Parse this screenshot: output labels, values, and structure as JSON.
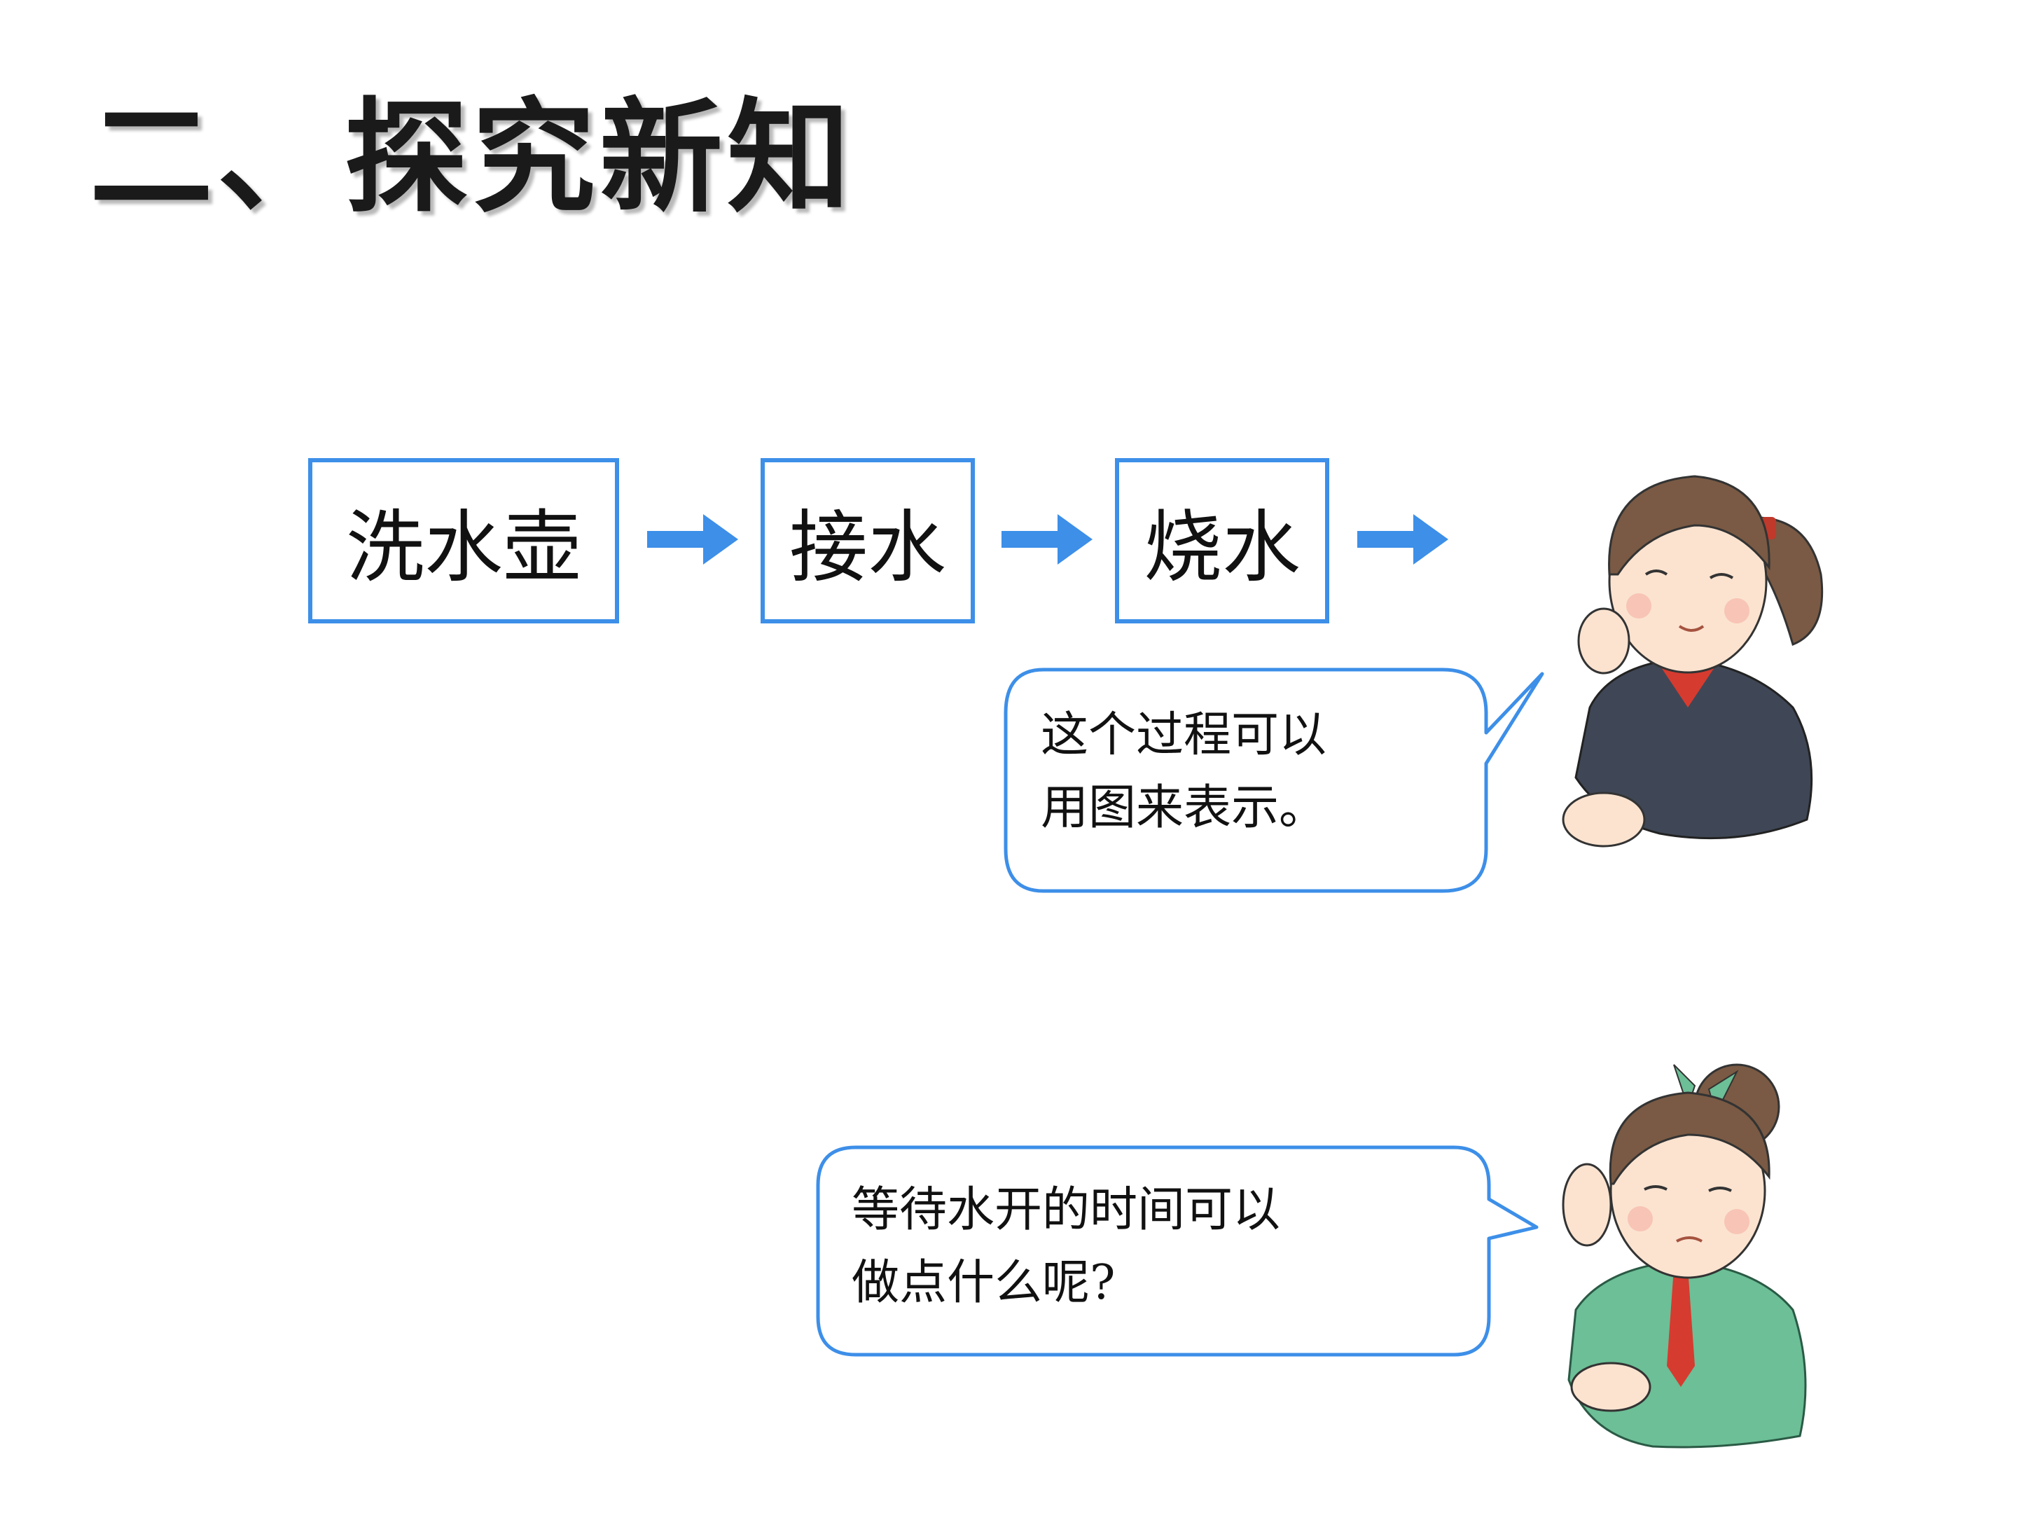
{
  "slide": {
    "title": "二、探究新知"
  },
  "flow": {
    "steps": [
      "洗水壶",
      "接水",
      "烧水"
    ],
    "accent_color": "#3d8fe8"
  },
  "bubbles": [
    {
      "lines": [
        "这个过程可以",
        "用图来表示。"
      ]
    },
    {
      "lines": [
        "等待水开的时间可以",
        "做点什么呢?"
      ]
    }
  ],
  "figures": [
    {
      "icon": "girl-thinking-icon",
      "description_colors": {
        "shirt": "#3f4756",
        "hair": "#7a5a44"
      }
    },
    {
      "icon": "girl-worried-icon",
      "description_colors": {
        "shirt": "#6cbf96",
        "hair": "#7a5a44"
      }
    }
  ]
}
